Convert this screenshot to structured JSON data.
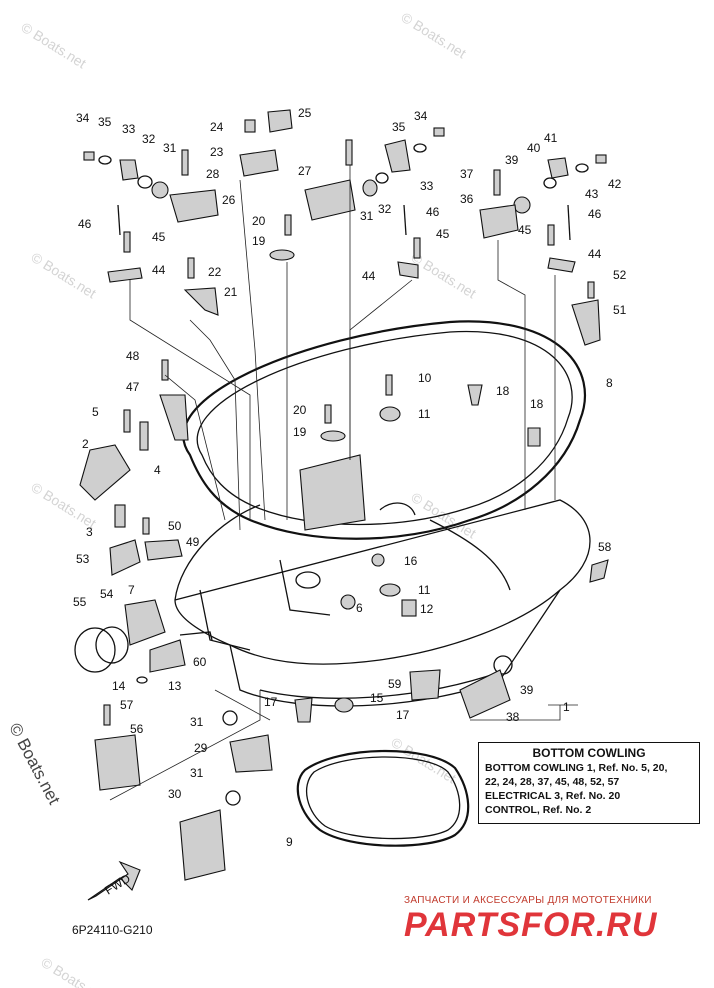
{
  "diagram_code": "6P24110-G210",
  "watermark": "© Boats.net",
  "legend": {
    "title": "BOTTOM COWLING",
    "lines": [
      "BOTTOM COWLING 1,  Ref. No. 5, 20,",
      "22, 24, 28, 37, 45, 48, 52, 57",
      "ELECTRICAL 3,  Ref. No. 20",
      "CONTROL,  Ref. No. 2"
    ],
    "pointer_label": "1"
  },
  "fwd_label": "FWD",
  "brand": {
    "tagline": "ЗАПЧАСТИ И АКСЕССУАРЫ ДЛЯ МОТОТЕХНИКИ",
    "name": "PARTSFOR.RU"
  },
  "callouts": [
    "34",
    "35",
    "33",
    "32",
    "31",
    "28",
    "26",
    "25",
    "24",
    "23",
    "27",
    "46",
    "45",
    "44",
    "22",
    "21",
    "20",
    "19",
    "35",
    "34",
    "33",
    "32",
    "31",
    "46",
    "45",
    "44",
    "41",
    "40",
    "39",
    "37",
    "36",
    "43",
    "42",
    "46",
    "45",
    "44",
    "52",
    "51",
    "48",
    "47",
    "5",
    "2",
    "4",
    "3",
    "8",
    "10",
    "11",
    "18",
    "18",
    "20",
    "19",
    "50",
    "49",
    "53",
    "7",
    "55",
    "54",
    "14",
    "13",
    "60",
    "16",
    "11",
    "6",
    "12",
    "58",
    "59",
    "39",
    "17",
    "15",
    "17",
    "38",
    "57",
    "56",
    "31",
    "29",
    "31",
    "30",
    "9"
  ]
}
